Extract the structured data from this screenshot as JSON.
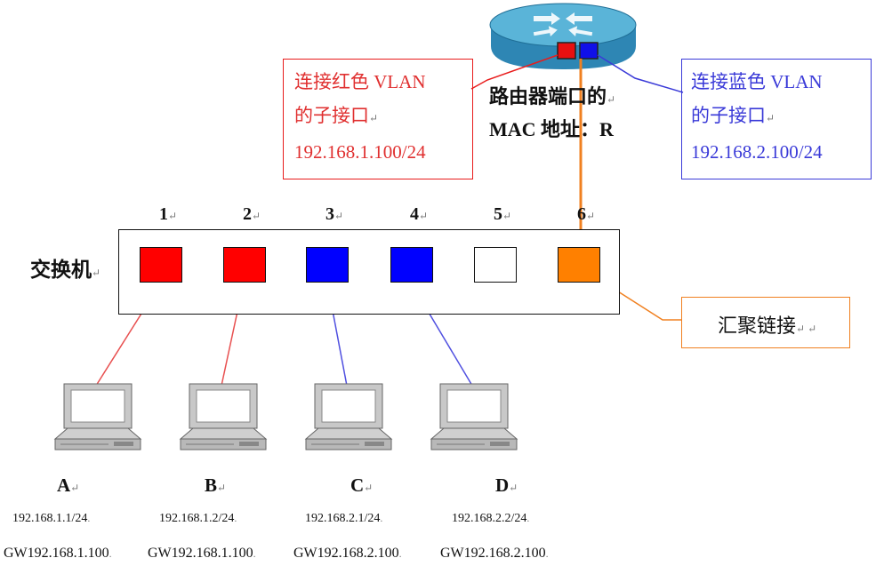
{
  "router": {
    "label_line1": "路由器端口的",
    "label_line2": "MAC 地址：R"
  },
  "red_subif": {
    "line1": "连接红色 VLAN",
    "line2": "的子接口",
    "line3": "192.168.1.100/24"
  },
  "blue_subif": {
    "line1": "连接蓝色 VLAN",
    "line2": "的子接口",
    "line3": "192.168.2.100/24"
  },
  "switch": {
    "label": "交换机",
    "ports": [
      {
        "number": "1",
        "color": "#ff0000"
      },
      {
        "number": "2",
        "color": "#ff0000"
      },
      {
        "number": "3",
        "color": "#0000ff"
      },
      {
        "number": "4",
        "color": "#0000ff"
      },
      {
        "number": "5",
        "color": "#ffffff"
      },
      {
        "number": "6",
        "color": "#ff8000"
      }
    ]
  },
  "trunk": {
    "label": "汇聚链接"
  },
  "hosts": [
    {
      "name": "A",
      "ip": "192.168.1.1/24",
      "gw": "GW192.168.1.100"
    },
    {
      "name": "B",
      "ip": "192.168.1.2/24",
      "gw": "GW192.168.1.100"
    },
    {
      "name": "C",
      "ip": "192.168.2.1/24",
      "gw": "GW192.168.2.100"
    },
    {
      "name": "D",
      "ip": "192.168.2.2/24",
      "gw": "GW192.168.2.100"
    }
  ],
  "colors": {
    "red": "#e81c1c",
    "blue": "#3a3ad8",
    "orange": "#f08020",
    "router_top": "#5ab4d8",
    "router_side": "#2e86b4"
  }
}
